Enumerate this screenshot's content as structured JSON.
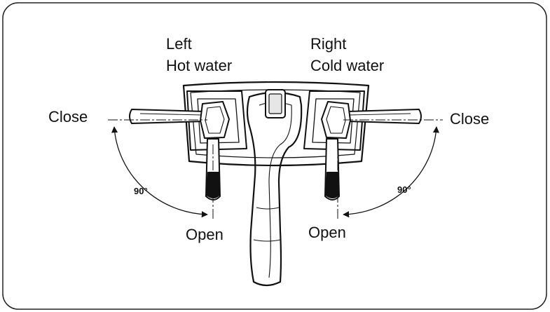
{
  "labels": {
    "left_side": "Left",
    "left_water": "Hot water",
    "right_side": "Right",
    "right_water": "Cold water",
    "close_left": "Close",
    "close_right": "Close",
    "open_left": "Open",
    "open_right": "Open",
    "angle_left": "90°",
    "angle_right": "90°"
  },
  "colors": {
    "line": "#111111",
    "background": "#ffffff"
  }
}
